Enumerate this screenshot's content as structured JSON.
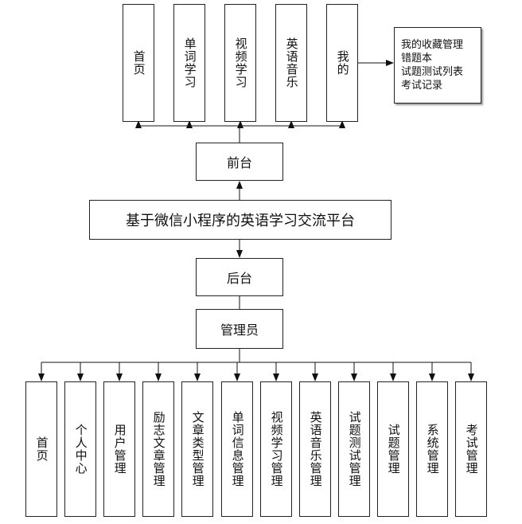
{
  "platform_title": "基于微信小程序的英语学习交流平台",
  "frontend": {
    "label": "前台",
    "modules": [
      "首页",
      "单词学习",
      "视频学习",
      "英语音乐",
      "我的"
    ],
    "my_details": [
      "我的收藏管理",
      "错题本",
      "试题测试列表",
      "考试记录"
    ]
  },
  "backend": {
    "label": "后台",
    "role": "管理员",
    "modules": [
      "首页",
      "个人中心",
      "用户管理",
      "励志文章管理",
      "文章类型管理",
      "单词信息管理",
      "视频学习管理",
      "英语音乐管理",
      "试题测试管理",
      "试题管理",
      "系统管理",
      "考试管理"
    ]
  }
}
